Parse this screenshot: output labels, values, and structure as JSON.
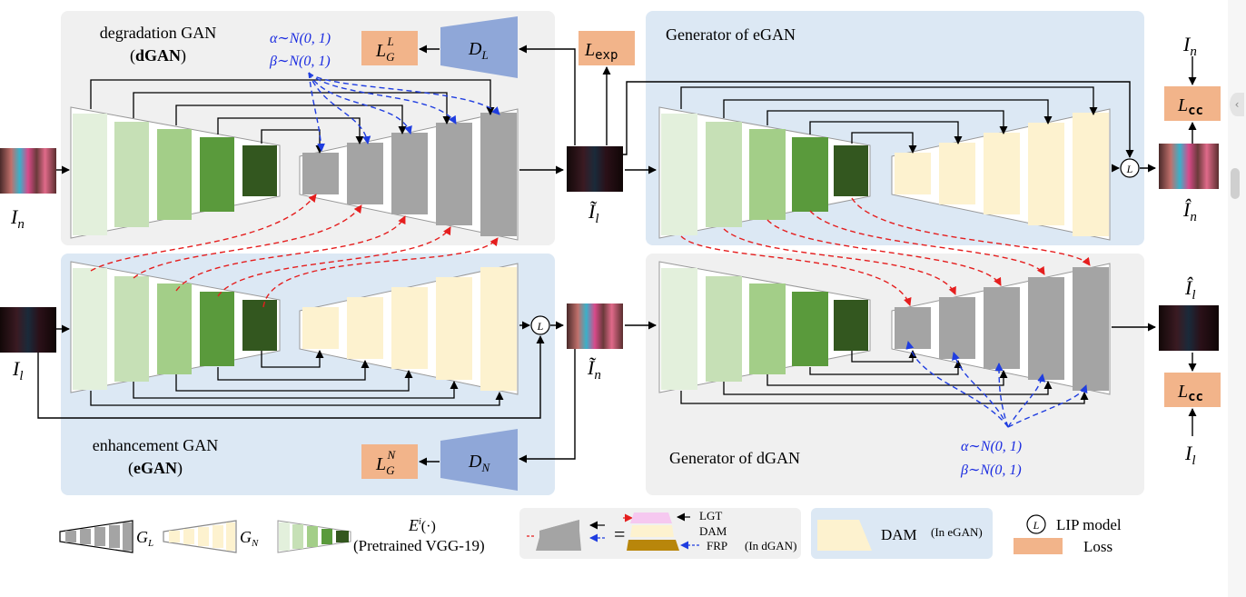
{
  "panels": {
    "dgan_title": "degradation GAN",
    "dgan_abbr": "dGAN",
    "egan_title": "enhancement GAN",
    "egan_abbr": "eGAN",
    "generator_egan": "Generator of eGAN",
    "generator_dgan": "Generator of dGAN"
  },
  "noise": {
    "alpha": "α∼N(0, 1)",
    "beta": "β∼N(0, 1)"
  },
  "discriminators": {
    "dl": "D",
    "dl_sub": "L",
    "dn": "D",
    "dn_sub": "N"
  },
  "losses": {
    "lgl_main": "L",
    "lgl_sub": "G",
    "lgl_sup": "L",
    "lgn_main": "L",
    "lgn_sub": "G",
    "lgn_sup": "N",
    "lexp_main": "L",
    "lexp_sub": "exp",
    "lcc_main": "L",
    "lcc_sub": "cc"
  },
  "image_labels": {
    "In_main": "I",
    "In_sub": "n",
    "Il_main": "I",
    "Il_sub": "l",
    "Il_tilde": "Ĩ",
    "In_tilde": "Ĩ",
    "In_hat": "Î",
    "Il_hat": "Î"
  },
  "lip_symbol": "L",
  "legend": {
    "gl_main": "G",
    "gl_sub": "L",
    "gn_main": "G",
    "gn_sub": "N",
    "enc_main": "E",
    "enc_sup": "i",
    "enc_arg": "(·)",
    "enc_desc": "(Pretrained VGG-19)",
    "lgt": "LGT",
    "dam": "DAM",
    "frp": "FRP",
    "in_dgan": "(In dGAN)",
    "dam_label": "DAM",
    "in_egan": "(In eGAN)",
    "lip_model": "LIP model",
    "loss": "Loss"
  },
  "colors": {
    "grey_panel": "#f0f0f0",
    "blue_panel": "#dce8f4",
    "loss_box": "#f2b48a",
    "discriminator": "#8fa7d8",
    "noise_text": "#1a2be0",
    "red_arrow": "#e51e1e",
    "blue_arrow": "#1f3de0",
    "decoder_grey": "#a4a4a4",
    "decoder_cream": "#fdf2cf",
    "lgt_pink": "#f6c8f0",
    "frp_brown": "#b8860b"
  }
}
